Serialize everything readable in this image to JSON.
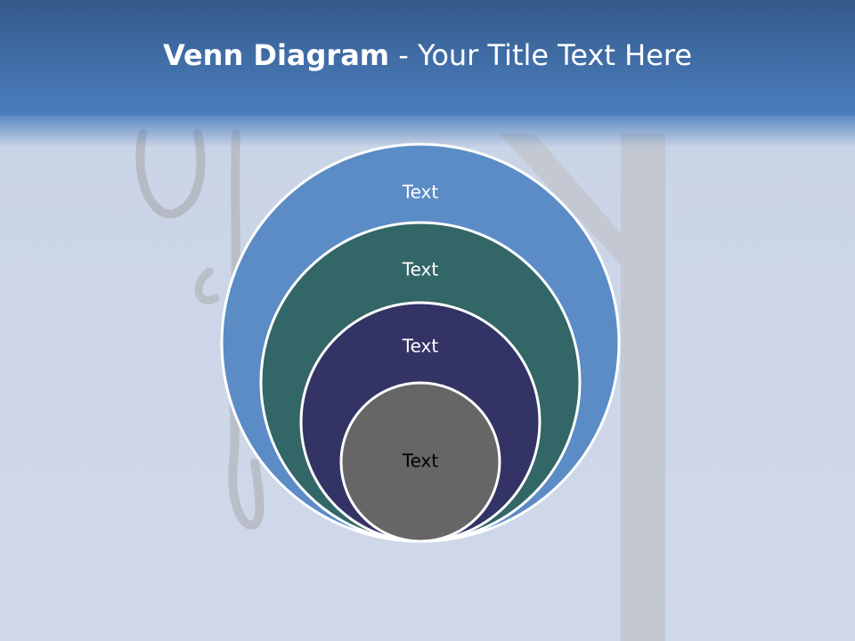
{
  "slide": {
    "title_bold": "Venn Diagram",
    "title_rest": " - Your Title Text Here"
  },
  "colors": {
    "title_band": "#4a7dbd",
    "background": "#cdd7e8",
    "ring_stroke": "#ffffff"
  },
  "diagram": {
    "rings": [
      {
        "label": "Text",
        "fill": "#5b8cc6",
        "text_color": "#ffffff"
      },
      {
        "label": "Text",
        "fill": "#336666",
        "text_color": "#ffffff"
      },
      {
        "label": "Text",
        "fill": "#333366",
        "text_color": "#ffffff"
      },
      {
        "label": "Text",
        "fill": "#666666",
        "text_color": "#000000"
      }
    ]
  }
}
